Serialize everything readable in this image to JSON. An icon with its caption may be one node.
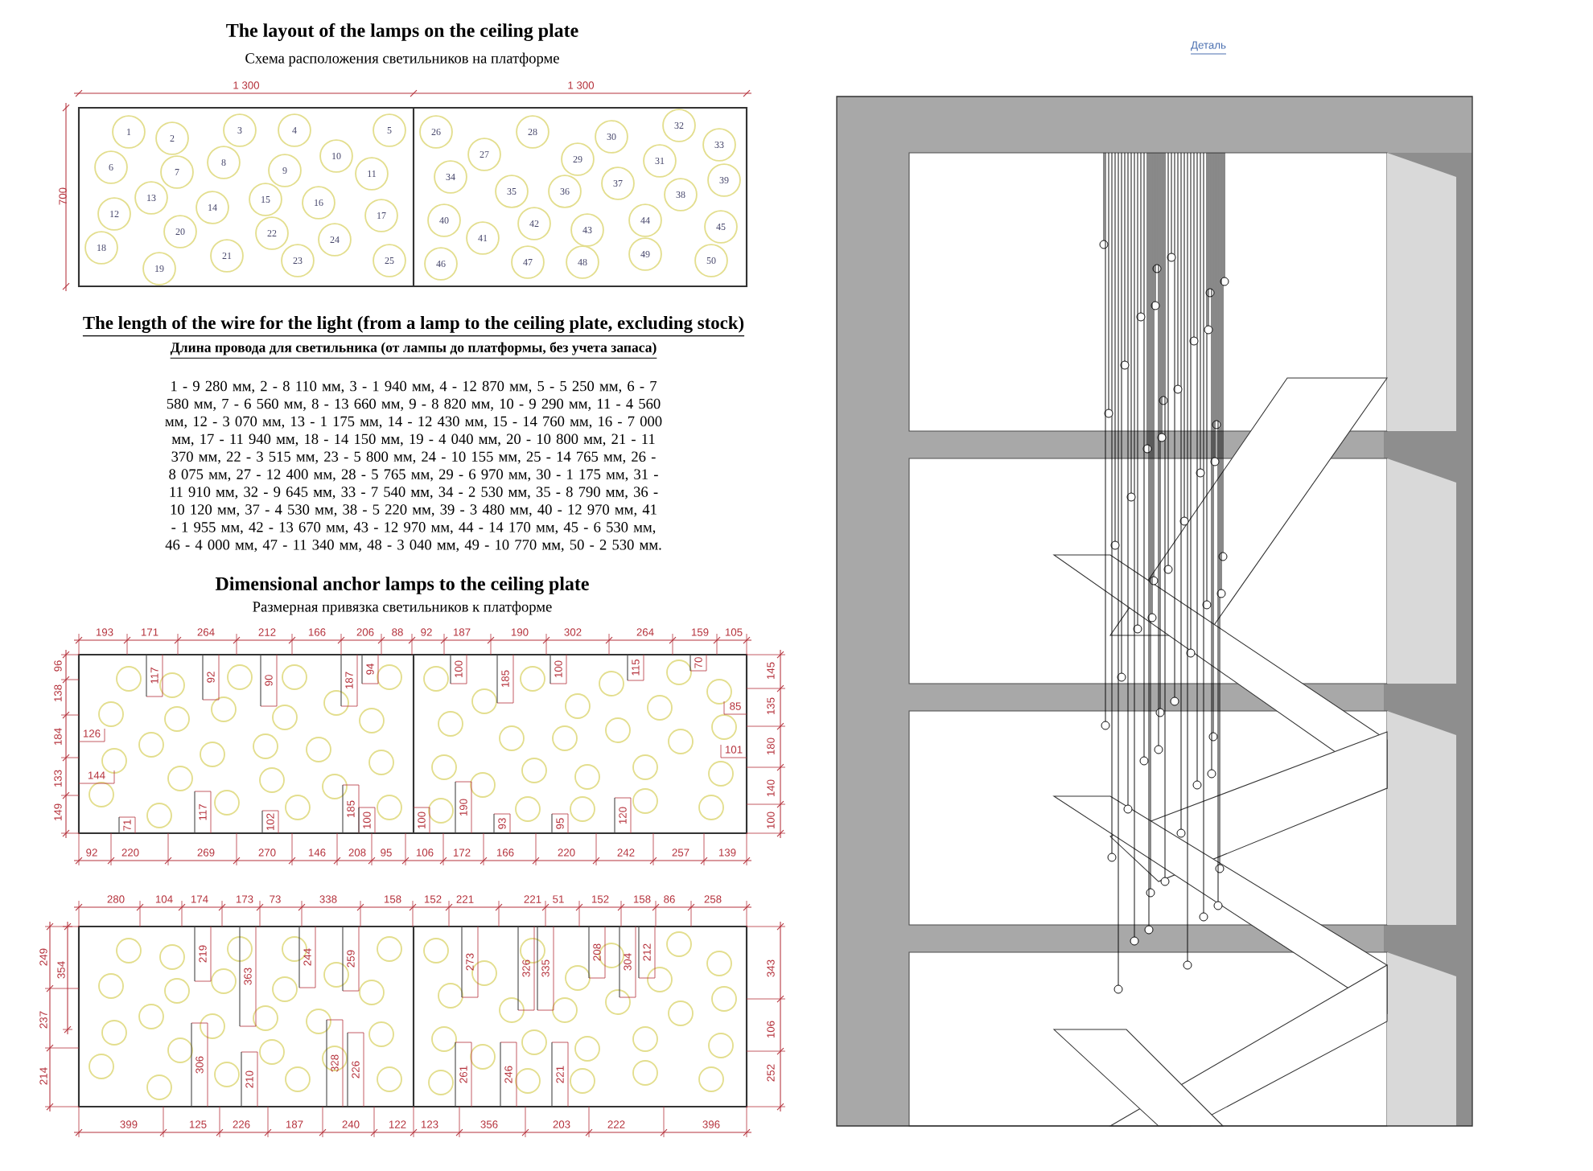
{
  "diagram": {
    "nodes": [
      {
        "text": [
          "1"
        ]
      },
      {
        "text": [
          "2"
        ]
      },
      {
        "text": [
          "3"
        ]
      },
      {
        "text": [
          "4"
        ]
      },
      {
        "text": [
          "5"
        ]
      },
      {
        "text": [
          "6"
        ]
      },
      {
        "text": [
          "7"
        ]
      },
      {
        "text": [
          "8"
        ]
      },
      {
        "text": [
          "9"
        ]
      },
      {
        "text": [
          "10"
        ]
      },
      {
        "text": [
          "11"
        ]
      },
      {
        "text": [
          "12"
        ]
      },
      {
        "text": [
          "13"
        ]
      },
      {
        "text": [
          "14"
        ]
      },
      {
        "text": [
          "15"
        ]
      },
      {
        "text": [
          "16"
        ]
      },
      {
        "text": [
          "17"
        ]
      },
      {
        "text": [
          "18"
        ]
      },
      {
        "text": [
          "19"
        ]
      },
      {
        "text": [
          "20"
        ]
      },
      {
        "text": [
          "21"
        ]
      },
      {
        "text": [
          "22"
        ]
      },
      {
        "text": [
          "23"
        ]
      },
      {
        "text": [
          "24"
        ]
      },
      {
        "text": [
          "25"
        ]
      },
      {
        "text": [
          "26"
        ]
      },
      {
        "text": [
          "27"
        ]
      },
      {
        "text": [
          "28"
        ]
      },
      {
        "text": [
          "29"
        ]
      },
      {
        "text": [
          "30"
        ]
      },
      {
        "text": [
          "31"
        ]
      },
      {
        "text": [
          "32"
        ]
      },
      {
        "text": [
          "33"
        ]
      },
      {
        "text": [
          "34"
        ]
      },
      {
        "text": [
          "35"
        ]
      },
      {
        "text": [
          "36"
        ]
      },
      {
        "text": [
          "37"
        ]
      },
      {
        "text": [
          "38"
        ]
      },
      {
        "text": [
          "39"
        ]
      },
      {
        "text": [
          "40"
        ]
      },
      {
        "text": [
          "41"
        ]
      },
      {
        "text": [
          "42"
        ]
      },
      {
        "text": [
          "43"
        ]
      },
      {
        "text": [
          "44"
        ]
      },
      {
        "text": [
          "45"
        ]
      },
      {
        "text": [
          "46"
        ]
      },
      {
        "text": [
          "47"
        ]
      },
      {
        "text": [
          "48"
        ]
      },
      {
        "text": [
          "49"
        ]
      },
      {
        "text": [
          "50"
        ]
      }
    ],
    "labels": [
      "The layout of the lamps on the ceiling plate",
      "Схема расположения светильников на платформе",
      "1 300",
      "1 300",
      "700",
      "The length of the wire for the light (from a lamp to the ceiling plate, excluding stock)",
      "Длина провода для светильника (от лампы до платформы, без учета запаса)",
      "1 - 9 280 мм, 2 - 8 110 мм, 3 - 1 940 мм, 4 - 12 870 мм, 5 - 5 250 мм, 6 - 7 580 мм, 7 - 6 560 мм, 8 - 13 660 мм, 9 - 8 820 мм, 10 - 9 290 мм, 11 - 4 560 мм, 12 - 3 070 мм, 13 - 1 175 мм, 14 - 12 430 мм, 15 - 14 760 мм, 16 - 7 000 мм, 17 - 11 940 мм, 18 - 14 150 мм, 19 - 4 040 мм, 20 - 10 800 мм, 21 - 11 370 мм, 22 - 3 515 мм, 23 - 5 800 мм, 24 - 10 155 мм, 25 - 14 765 мм, 26 - 8 075 мм, 27 - 12 400 мм, 28 - 5 765 мм, 29 - 6 970 мм, 30 - 1 175 мм, 31 - 11 910 мм, 32 - 9 645 мм, 33 - 7 540 мм, 34 - 2 530 мм, 35 - 8 790 мм, 36 - 10 120 мм, 37 - 4 530 мм, 38 - 5 220 мм, 39 - 3 480 мм, 40 - 12 970 мм, 41 - 1 955 мм, 42 - 13 670 мм, 43 - 12 970 мм, 44 - 14 170 мм, 45 - 6 530 мм, 46 - 4 000 мм, 47 - 11 340 мм, 48 - 3 040 мм, 49 - 10 770 мм, 50 - 2 530 мм.",
      "Dimensional anchor lamps to the ceiling plate",
      "Размерная привязка светильников к платформе",
      "193",
      "171",
      "264",
      "212",
      "166",
      "206",
      "88",
      "92",
      "187",
      "190",
      "302",
      "264",
      "159",
      "105",
      "96",
      "138",
      "184",
      "133",
      "149",
      "117",
      "92",
      "90",
      "187",
      "94",
      "100",
      "185",
      "100",
      "115",
      "70",
      "126",
      "144",
      "85",
      "101",
      "145",
      "135",
      "180",
      "140",
      "100",
      "71",
      "117",
      "102",
      "185",
      "100",
      "100",
      "190",
      "93",
      "95",
      "120",
      "92",
      "220",
      "269",
      "270",
      "146",
      "208",
      "95",
      "106",
      "172",
      "166",
      "220",
      "242",
      "257",
      "139",
      "280",
      "104",
      "174",
      "173",
      "73",
      "338",
      "158",
      "152",
      "221",
      "221",
      "51",
      "152",
      "158",
      "86",
      "258",
      "249",
      "354",
      "237",
      "214",
      "219",
      "363",
      "244",
      "259",
      "273",
      "326",
      "335",
      "208",
      "304",
      "212",
      "343",
      "106",
      "252",
      "306",
      "210",
      "328",
      "226",
      "261",
      "246",
      "221",
      "399",
      "125",
      "226",
      "187",
      "240",
      "122",
      "123",
      "356",
      "203",
      "222",
      "396",
      "Деталь"
    ]
  }
}
